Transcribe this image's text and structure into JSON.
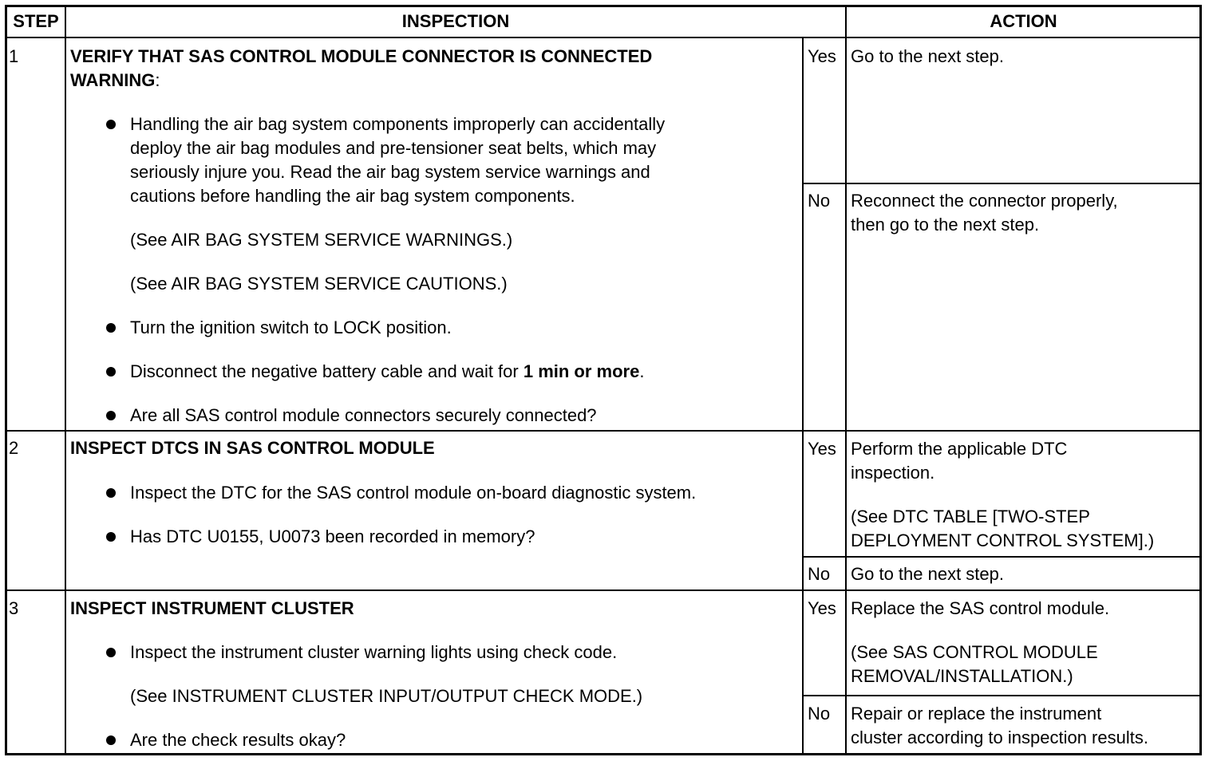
{
  "header": {
    "step": "STEP",
    "inspection": "INSPECTION",
    "action": "ACTION"
  },
  "rows": [
    {
      "step": "1",
      "title_line1": "VERIFY THAT SAS CONTROL MODULE CONNECTOR IS CONNECTED",
      "title_line2": "WARNING",
      "title_line2_suffix": ":",
      "warning_lines": [
        "Handling the air bag system components improperly can accidentally",
        "deploy the air bag modules and pre-tensioner seat belts, which may",
        "seriously injure you. Read the air bag system service warnings and",
        "cautions before handling the air bag system components."
      ],
      "see_warnings": "(See AIR BAG SYSTEM SERVICE WARNINGS.)",
      "see_cautions": "(See AIR BAG SYSTEM SERVICE CAUTIONS.)",
      "bullet_ignition": "Turn the ignition switch to LOCK position.",
      "bullet_battery_pre": "Disconnect the negative battery cable and wait for ",
      "bullet_battery_bold": "1 min or more",
      "bullet_battery_post": ".",
      "bullet_question": "Are all SAS control module connectors securely connected?",
      "yes": "Yes",
      "yes_action": "Go to the next step.",
      "no": "No",
      "no_action_lines": [
        "Reconnect the connector properly,",
        "then go to the next step."
      ]
    },
    {
      "step": "2",
      "title": "INSPECT DTCS IN SAS CONTROL MODULE",
      "bullet_inspect": "Inspect the DTC for the SAS control module on-board diagnostic system.",
      "bullet_question": "Has DTC U0155, U0073 been recorded in memory?",
      "yes": "Yes",
      "yes_action_lines": [
        "Perform the applicable DTC",
        "inspection."
      ],
      "yes_see_lines": [
        "(See DTC TABLE [TWO-STEP",
        "DEPLOYMENT CONTROL SYSTEM].)"
      ],
      "no": "No",
      "no_action": "Go to the next step."
    },
    {
      "step": "3",
      "title": "INSPECT INSTRUMENT CLUSTER",
      "bullet_inspect": "Inspect the instrument cluster warning lights using check code.",
      "see_mode": "(See INSTRUMENT CLUSTER INPUT/OUTPUT CHECK MODE.)",
      "bullet_question": "Are the check results okay?",
      "yes": "Yes",
      "yes_action": "Replace the SAS control module.",
      "yes_see_lines": [
        "(See SAS CONTROL MODULE",
        "REMOVAL/INSTALLATION.)"
      ],
      "no": "No",
      "no_action_lines": [
        "Repair or replace the instrument",
        "cluster according to inspection results."
      ]
    }
  ]
}
